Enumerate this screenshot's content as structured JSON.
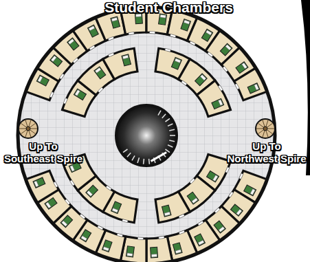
{
  "diagram": {
    "title": "Student Chambers",
    "labels": [
      "Up To Southeast Spire",
      "Up To Northwest Spire"
    ]
  }
}
